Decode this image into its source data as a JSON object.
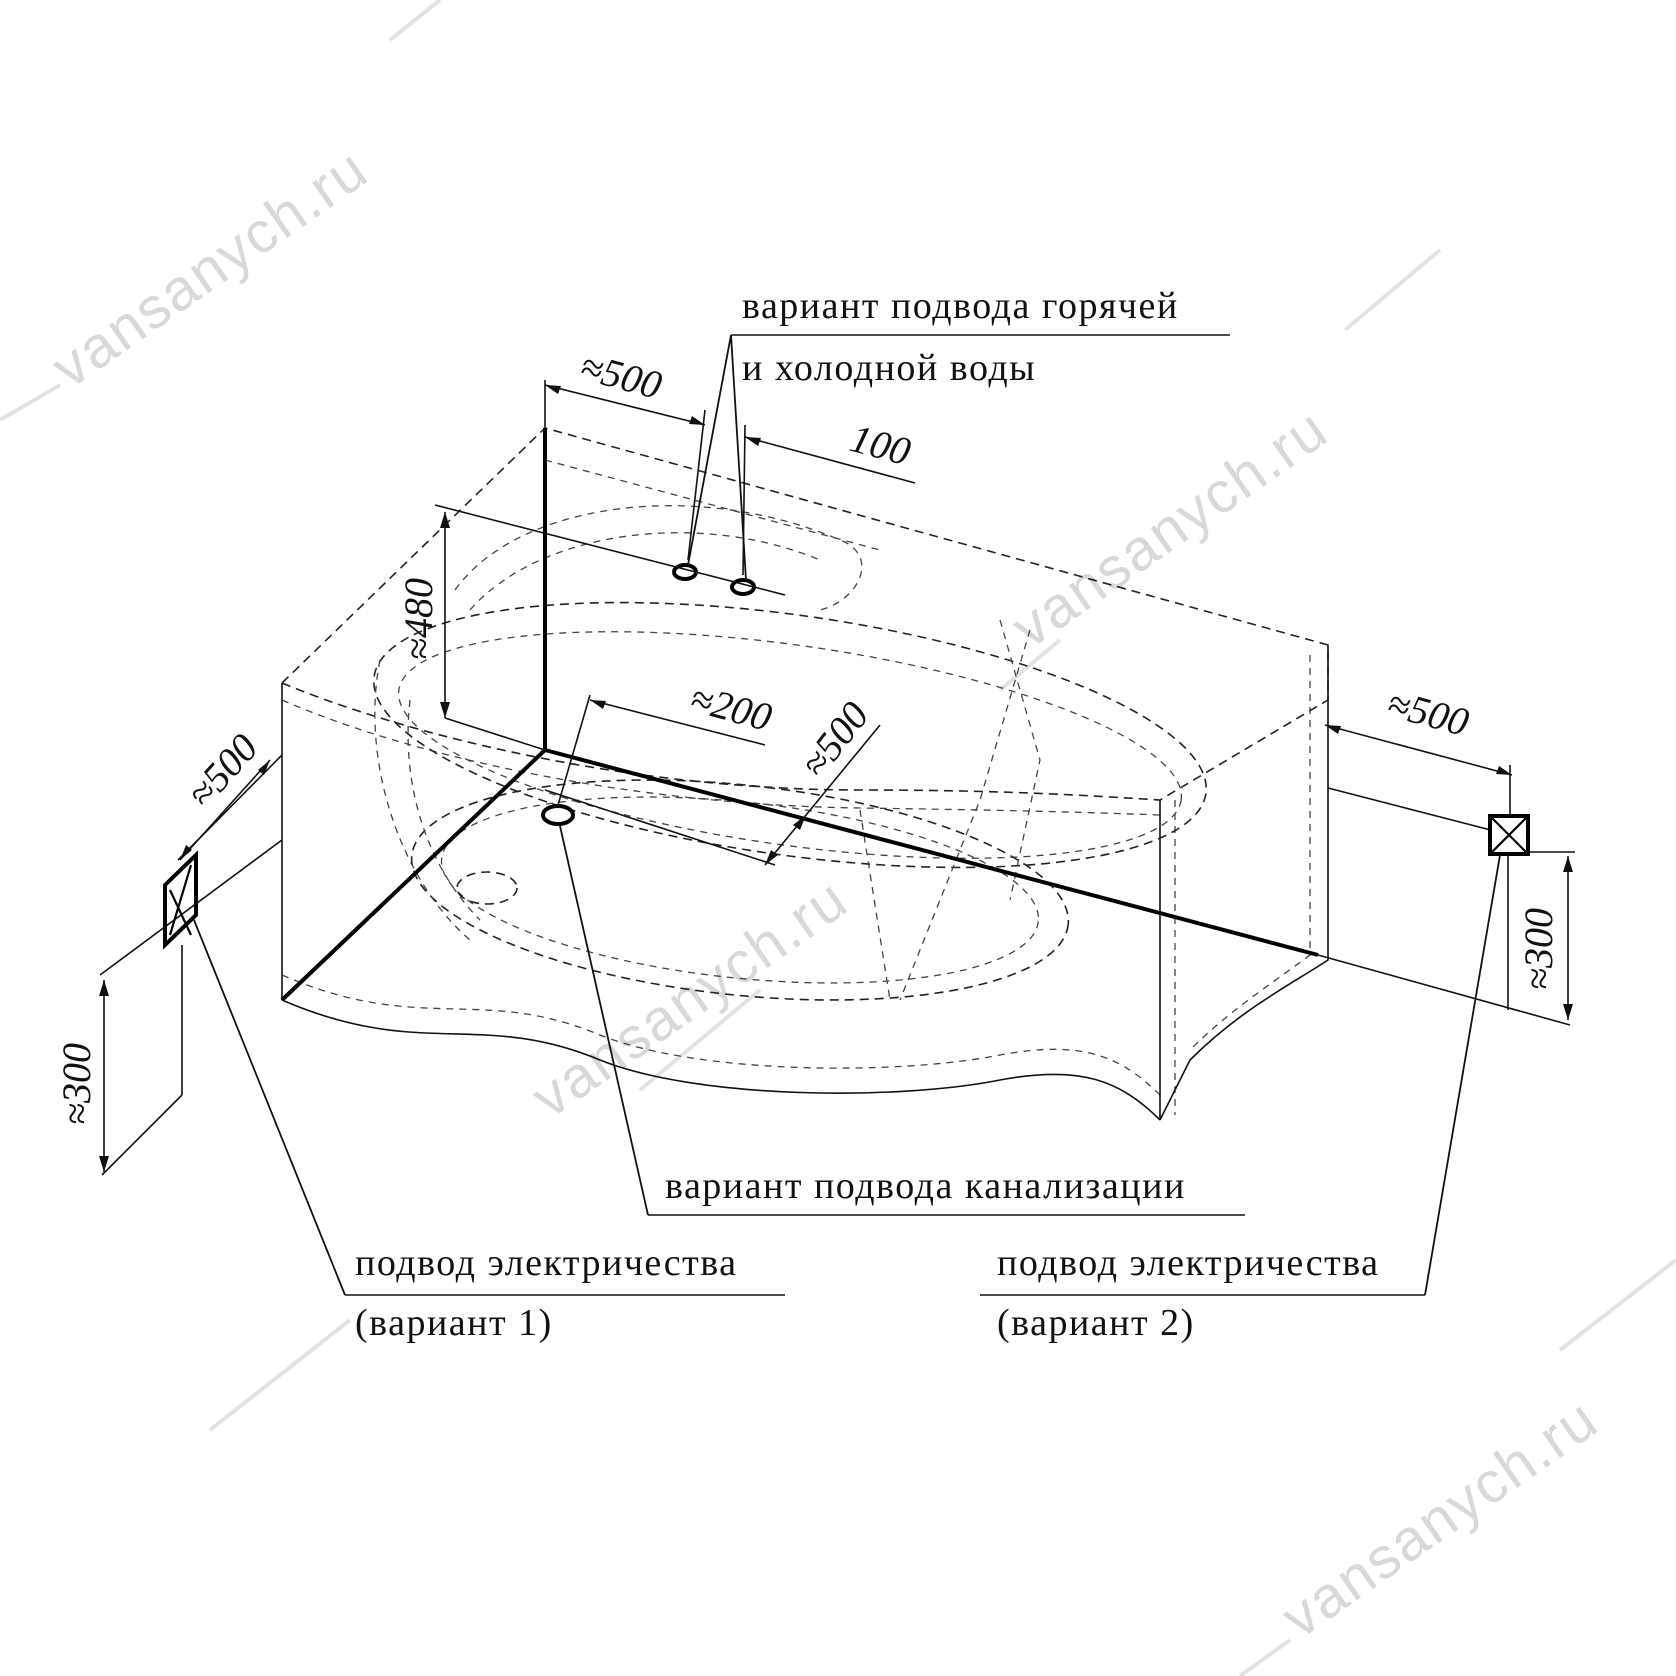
{
  "watermark": {
    "text": "vansanych.ru",
    "color": "#d8d8d8"
  },
  "labels": {
    "water_line1": "вариант подвода горячей",
    "water_line2": "и холодной воды",
    "sewer": "вариант подвода канализации",
    "elec1_line1": "подвод электричества",
    "elec1_line2": "(вариант 1)",
    "elec2_line1": "подвод электричества",
    "elec2_line2": "(вариант 2)"
  },
  "dimensions": {
    "top_500": "≈500",
    "top_100": "100",
    "height_480": "≈480",
    "mid_200": "≈200",
    "mid_500": "≈500",
    "left_500": "≈500",
    "left_300": "≈300",
    "right_500": "≈500",
    "right_300": "≈300"
  },
  "icons": {
    "socket_left": "electrical-socket-icon",
    "socket_right": "electrical-socket-icon",
    "water_inlets": "pipe-inlet-icon",
    "drain": "drain-outlet-icon"
  }
}
